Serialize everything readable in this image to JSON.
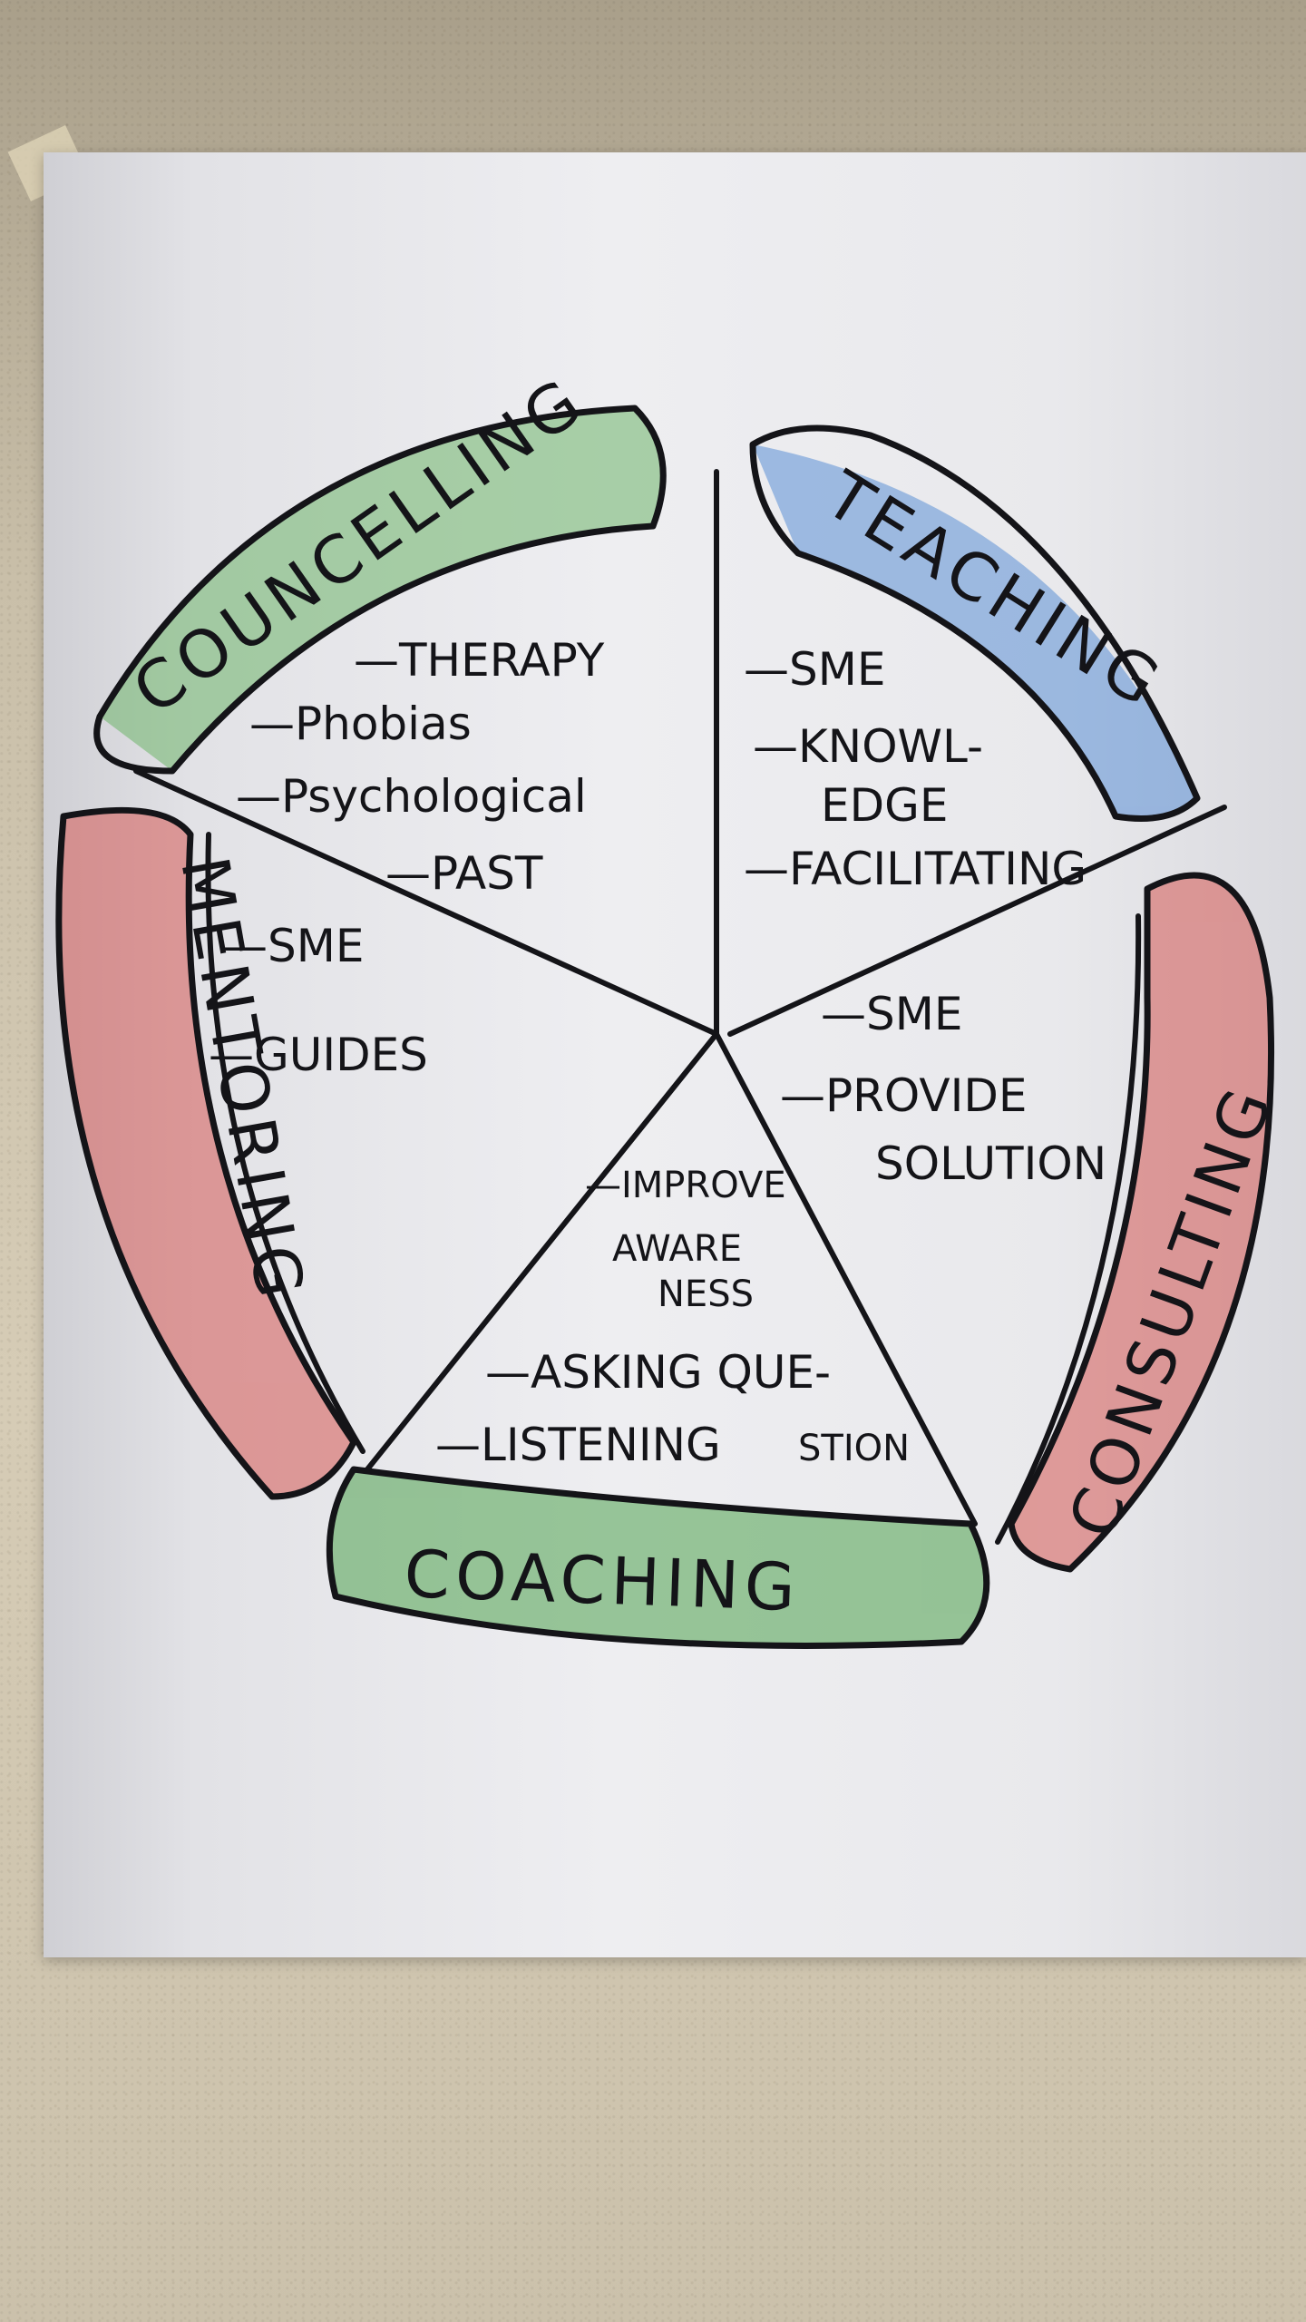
{
  "diagram": {
    "segments": [
      {
        "name": "COUNCELLING",
        "color": "#6db46a",
        "notes": [
          "—THERAPY",
          "—Phobias",
          "—Psychological",
          "—PAST"
        ]
      },
      {
        "name": "TEACHING",
        "color": "#5b8fd6",
        "notes": [
          "—SME",
          "—KNOWL-",
          "EDGE",
          "—FACILITATING"
        ]
      },
      {
        "name": "CONSULTING",
        "color": "#d65a55",
        "notes": [
          "—SME",
          "—PROVIDE",
          "SOLUTION"
        ]
      },
      {
        "name": "COACHING",
        "color": "#4fa24f",
        "notes": [
          "—IMPROVE",
          "AWARE",
          "NESS",
          "—ASKING QUE-",
          "STION",
          "—LISTENING"
        ]
      },
      {
        "name": "MENTORING",
        "color": "#d65a55",
        "notes": [
          "—SME",
          "—GUIDES"
        ]
      }
    ]
  }
}
